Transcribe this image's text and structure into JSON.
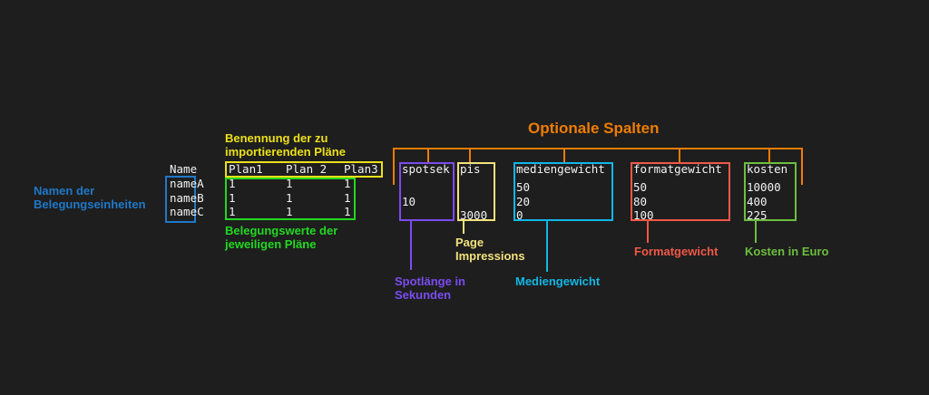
{
  "colors": {
    "blue": "#1f78c8",
    "yellow": "#ece018",
    "green": "#22d822",
    "orange": "#ee7d00",
    "purple": "#7a4cf0",
    "paleyellow": "#f2e27c",
    "cyan": "#12b6e6",
    "red": "#f05848",
    "lightgreen": "#6cbf3e"
  },
  "name_column": {
    "header": "Name",
    "values": [
      "nameA",
      "nameB",
      "nameC"
    ],
    "label": "Namen der\nBelegungseinheiten"
  },
  "plans": {
    "headers": [
      "Plan1",
      "Plan 2",
      "Plan3"
    ],
    "rows": [
      [
        "1",
        "1",
        "1"
      ],
      [
        "1",
        "1",
        "1"
      ],
      [
        "1",
        "1",
        "1"
      ]
    ],
    "header_label": "Benennung der zu\nimportierenden Pläne",
    "values_label": "Belegungswerte der\njeweiligen Pläne"
  },
  "optional": {
    "title": "Optionale Spalten",
    "columns": [
      {
        "header": "spotsek",
        "values": [
          "",
          "10",
          ""
        ],
        "label": "Spotlänge in\nSekunden"
      },
      {
        "header": "pis",
        "values": [
          "",
          "",
          "3000"
        ],
        "label": "Page\nImpressions"
      },
      {
        "header": "mediengewicht",
        "values": [
          "50",
          "20",
          "0"
        ],
        "label": "Mediengewicht"
      },
      {
        "header": "formatgewicht",
        "values": [
          "50",
          "80",
          "100"
        ],
        "label": "Formatgewicht"
      },
      {
        "header": "kosten",
        "values": [
          "10000",
          "400",
          "225"
        ],
        "label": "Kosten in Euro"
      }
    ]
  }
}
